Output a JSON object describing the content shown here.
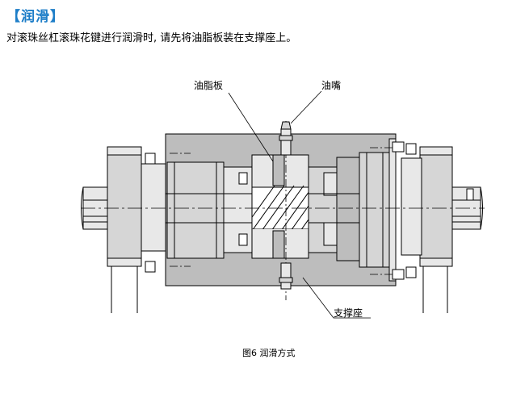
{
  "section": {
    "title": "【润滑】"
  },
  "intro": {
    "text": "对滚珠丝杠滚珠花键进行润滑时, 请先将油脂板装在支撑座上。"
  },
  "figure": {
    "labels": {
      "grease_plate": "油脂板",
      "grease_nipple": "油嘴",
      "support_block": "支撑座"
    },
    "caption": "图6  润滑方式"
  },
  "colors": {
    "heading": "#1e7ec8",
    "housing_fill": "#bdbdbd",
    "body_fill": "#d6d6d6",
    "light_fill": "#e8e8e8",
    "outline": "#000000"
  }
}
